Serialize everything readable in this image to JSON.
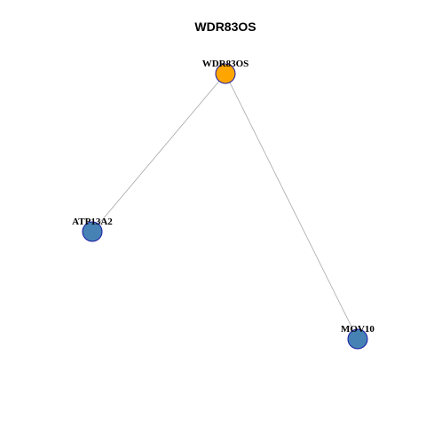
{
  "graph": {
    "title": "WDR83OS",
    "nodes": [
      {
        "id": "WDR83OS",
        "label": "WDR83OS",
        "color": "#ffa500",
        "role": "center"
      },
      {
        "id": "ATP13A2",
        "label": "ATP13A2",
        "color": "#4682b4",
        "role": "neighbor"
      },
      {
        "id": "MOV10",
        "label": "MOV10",
        "color": "#4682b4",
        "role": "neighbor"
      }
    ],
    "edges": [
      {
        "source": "WDR83OS",
        "target": "ATP13A2"
      },
      {
        "source": "WDR83OS",
        "target": "MOV10"
      }
    ],
    "colors": {
      "center_node": "#ffa500",
      "neighbor_node": "#4682b4",
      "node_border": "#1a1aa6",
      "edge": "#a6a6a6"
    }
  }
}
